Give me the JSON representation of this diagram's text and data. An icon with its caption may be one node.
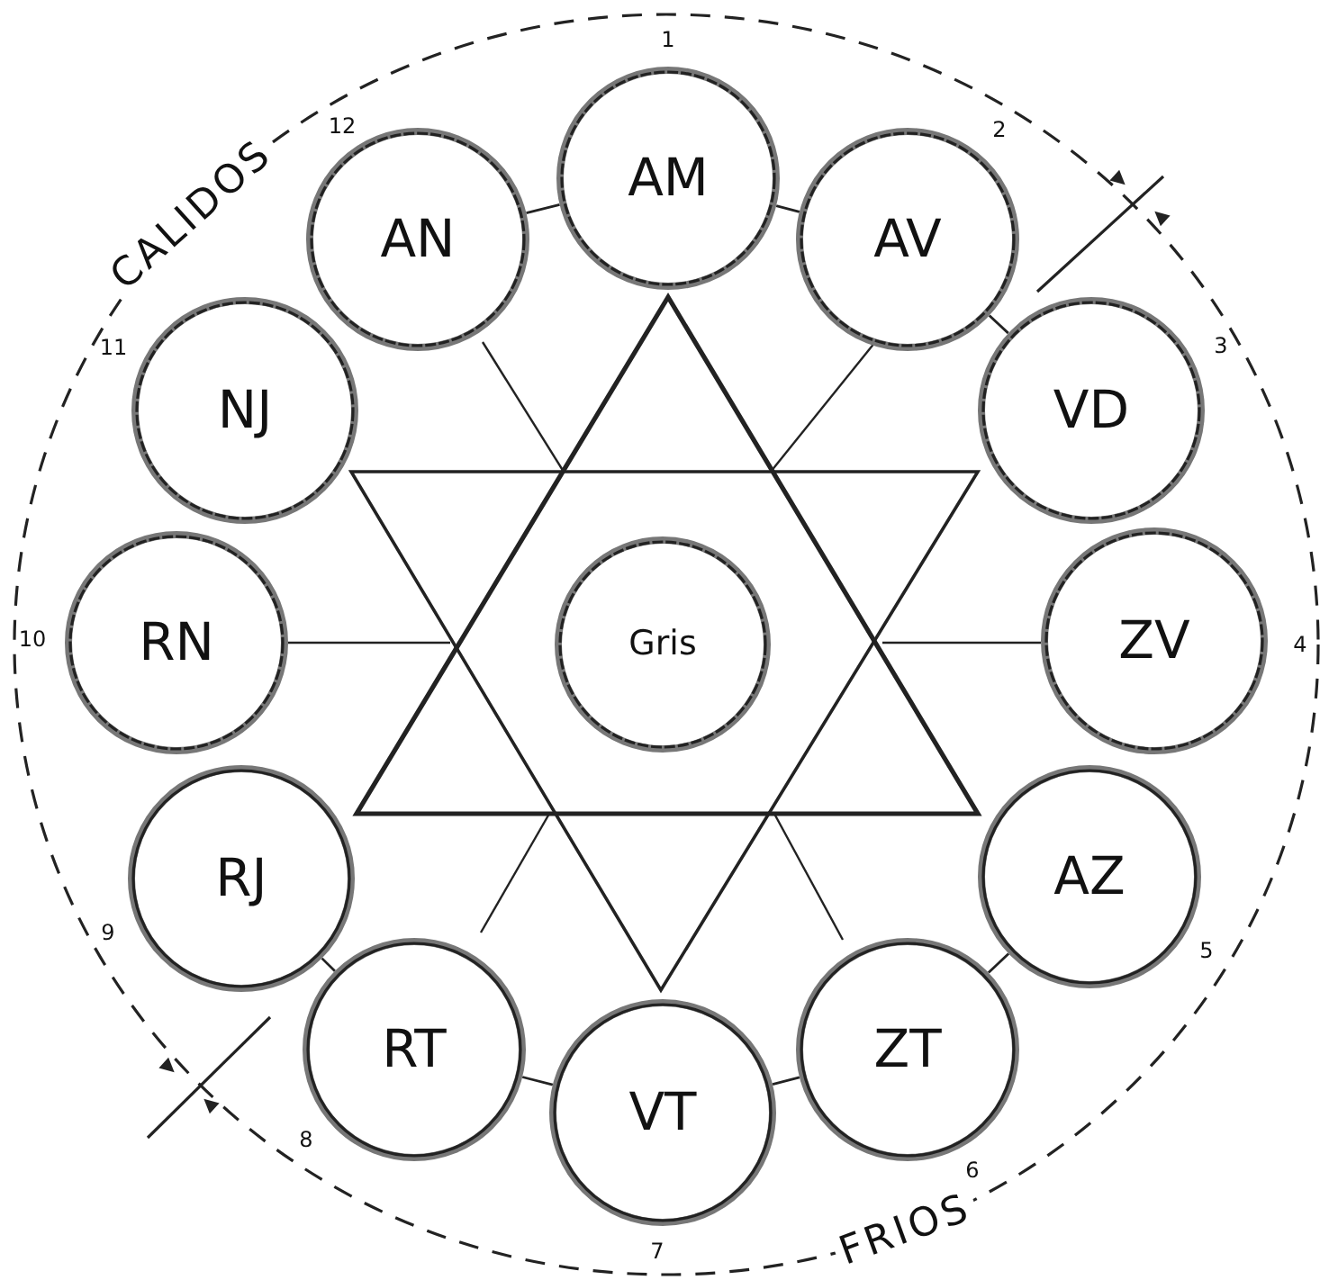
{
  "diagram": {
    "nodes": [
      {
        "text": [
          "AM"
        ],
        "beside": [
          "1"
        ]
      },
      {
        "text": [
          "AV"
        ],
        "beside": [
          "2"
        ]
      },
      {
        "text": [
          "VD"
        ],
        "beside": [
          "3"
        ]
      },
      {
        "text": [
          "ZV"
        ],
        "beside": [
          "4"
        ]
      },
      {
        "text": [
          "AZ"
        ],
        "beside": [
          "5"
        ]
      },
      {
        "text": [
          "ZT"
        ],
        "beside": [
          "6"
        ]
      },
      {
        "text": [
          "VT"
        ],
        "beside": [
          "7"
        ]
      },
      {
        "text": [
          "RT"
        ],
        "beside": [
          "8"
        ]
      },
      {
        "text": [
          "RJ"
        ],
        "beside": [
          "9"
        ]
      },
      {
        "text": [
          "RN"
        ],
        "beside": [
          "10"
        ]
      },
      {
        "text": [
          "NJ"
        ],
        "beside": [
          "11"
        ]
      },
      {
        "text": [
          "AN"
        ],
        "beside": [
          "12"
        ]
      },
      {
        "text": [
          "Gris"
        ]
      }
    ],
    "edges": [
      {
        "from": 11,
        "to": 0,
        "arrow": "none"
      },
      {
        "from": 0,
        "to": 1,
        "arrow": "none"
      },
      {
        "from": 1,
        "to": 2,
        "arrow": "none"
      },
      {
        "from": 4,
        "to": 5,
        "arrow": "none"
      },
      {
        "from": 5,
        "to": 6,
        "arrow": "none"
      },
      {
        "from": 6,
        "to": 7,
        "arrow": "none"
      },
      {
        "from": 7,
        "to": 8,
        "arrow": "none"
      }
    ],
    "labels": [
      "CALIDOS",
      "FRIOS"
    ]
  }
}
